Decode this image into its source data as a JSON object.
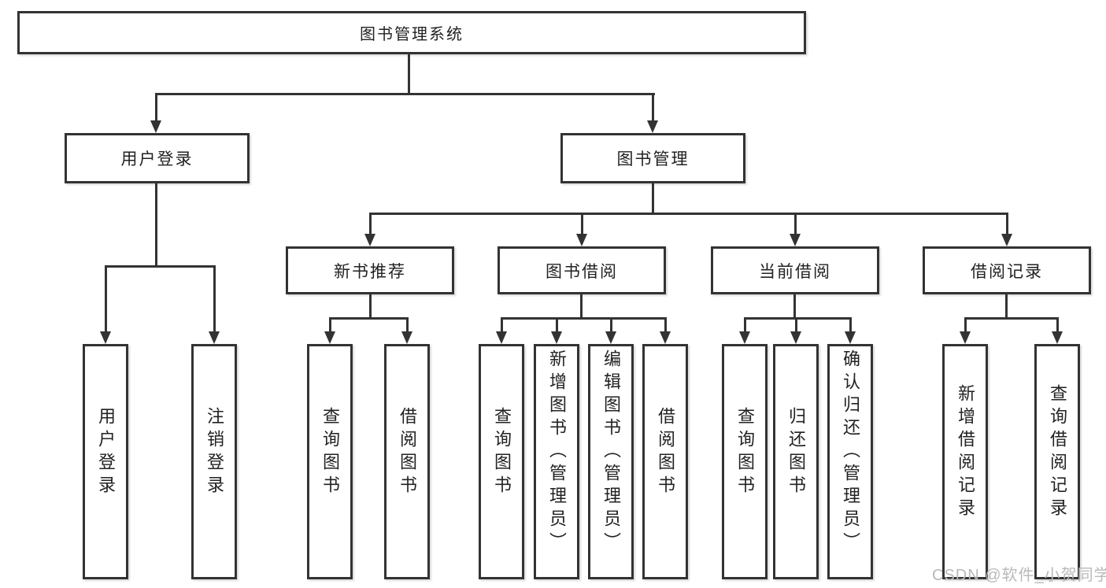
{
  "diagram_title": "图书管理系统",
  "nodes": {
    "root": "图书管理系统",
    "level1": [
      "用户登录",
      "图书管理"
    ],
    "level2": [
      "新书推荐",
      "图书借阅",
      "当前借阅",
      "借阅记录"
    ],
    "leaves_login": [
      "用户登录",
      "注销登录"
    ],
    "leaves_xinshu": [
      "查询图书",
      "借阅图书"
    ],
    "leaves_jieyue": [
      "查询图书",
      "新增图书（管理员）",
      "编辑图书（管理员）",
      "借阅图书"
    ],
    "leaves_dangqian": [
      "查询图书",
      "归还图书",
      "确认归还（管理员）"
    ],
    "leaves_jilu": [
      "新增借阅记录",
      "查询借阅记录"
    ]
  },
  "watermark": "CSDN @软件_小贺同学",
  "colors": {
    "line": "#333333",
    "box_border": "#333333",
    "text": "#222222",
    "watermark": "#b9b9b9",
    "background": "#ffffff"
  }
}
